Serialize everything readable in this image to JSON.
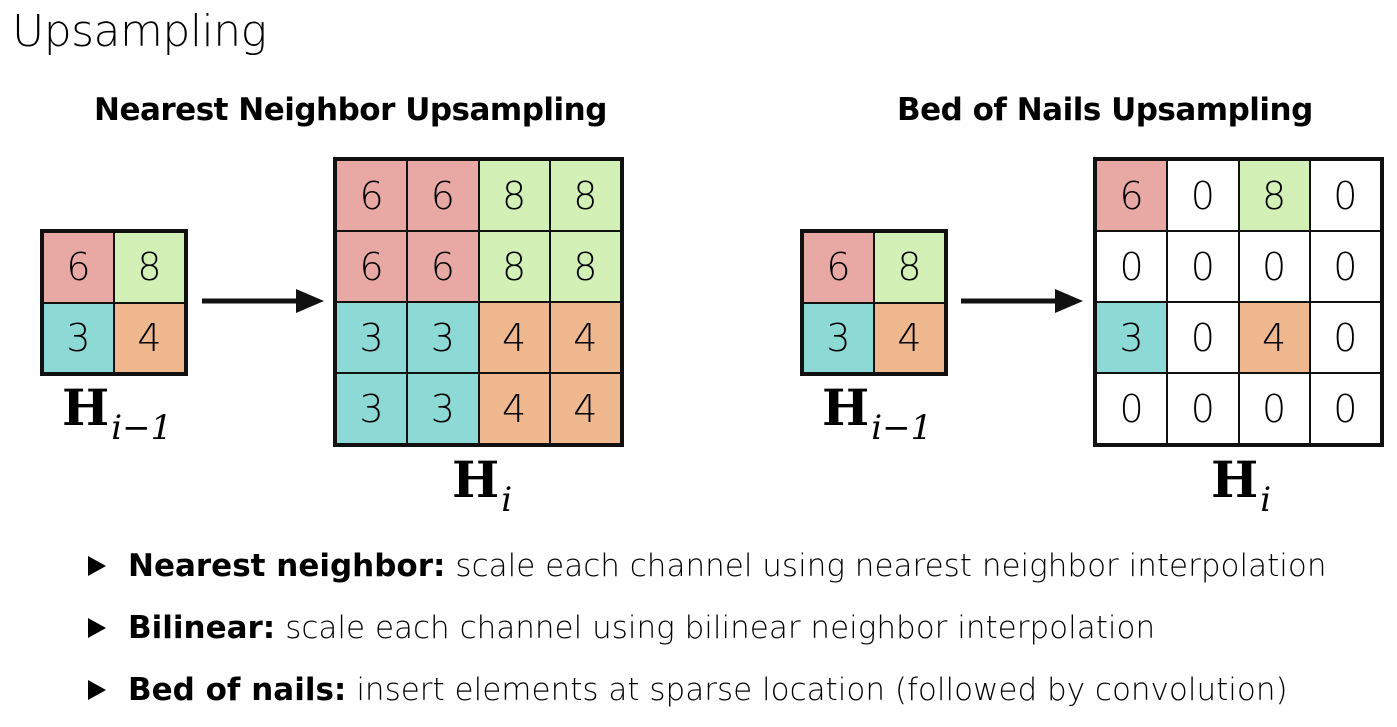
{
  "title": "Upsampling",
  "colors": {
    "red": "#e8a9a4",
    "green": "#d3f0b6",
    "cyan": "#8cd9d5",
    "orange": "#efb88f",
    "white": "#ffffff"
  },
  "nearest": {
    "title": "Nearest Neighbor Upsampling",
    "input": {
      "cells": [
        {
          "value": "6",
          "color": "red"
        },
        {
          "value": "8",
          "color": "green"
        },
        {
          "value": "3",
          "color": "cyan"
        },
        {
          "value": "4",
          "color": "orange"
        }
      ],
      "label_main": "H",
      "label_sub": "i−1"
    },
    "output": {
      "cells": [
        {
          "value": "6",
          "color": "red"
        },
        {
          "value": "6",
          "color": "red"
        },
        {
          "value": "8",
          "color": "green"
        },
        {
          "value": "8",
          "color": "green"
        },
        {
          "value": "6",
          "color": "red"
        },
        {
          "value": "6",
          "color": "red"
        },
        {
          "value": "8",
          "color": "green"
        },
        {
          "value": "8",
          "color": "green"
        },
        {
          "value": "3",
          "color": "cyan"
        },
        {
          "value": "3",
          "color": "cyan"
        },
        {
          "value": "4",
          "color": "orange"
        },
        {
          "value": "4",
          "color": "orange"
        },
        {
          "value": "3",
          "color": "cyan"
        },
        {
          "value": "3",
          "color": "cyan"
        },
        {
          "value": "4",
          "color": "orange"
        },
        {
          "value": "4",
          "color": "orange"
        }
      ],
      "label_main": "H",
      "label_sub": "i"
    }
  },
  "bed": {
    "title": "Bed of Nails Upsampling",
    "input": {
      "cells": [
        {
          "value": "6",
          "color": "red"
        },
        {
          "value": "8",
          "color": "green"
        },
        {
          "value": "3",
          "color": "cyan"
        },
        {
          "value": "4",
          "color": "orange"
        }
      ],
      "label_main": "H",
      "label_sub": "i−1"
    },
    "output": {
      "cells": [
        {
          "value": "6",
          "color": "red"
        },
        {
          "value": "0",
          "color": "white"
        },
        {
          "value": "8",
          "color": "green"
        },
        {
          "value": "0",
          "color": "white"
        },
        {
          "value": "0",
          "color": "white"
        },
        {
          "value": "0",
          "color": "white"
        },
        {
          "value": "0",
          "color": "white"
        },
        {
          "value": "0",
          "color": "white"
        },
        {
          "value": "3",
          "color": "cyan"
        },
        {
          "value": "0",
          "color": "white"
        },
        {
          "value": "4",
          "color": "orange"
        },
        {
          "value": "0",
          "color": "white"
        },
        {
          "value": "0",
          "color": "white"
        },
        {
          "value": "0",
          "color": "white"
        },
        {
          "value": "0",
          "color": "white"
        },
        {
          "value": "0",
          "color": "white"
        }
      ],
      "label_main": "H",
      "label_sub": "i"
    }
  },
  "bullets": [
    {
      "term": "Nearest neighbor:",
      "text": "scale each channel using nearest neighbor interpolation"
    },
    {
      "term": "Bilinear:",
      "text": "scale each channel using bilinear neighbor interpolation"
    },
    {
      "term": "Bed of nails:",
      "text": "insert elements at sparse location (followed by convolution)"
    }
  ]
}
